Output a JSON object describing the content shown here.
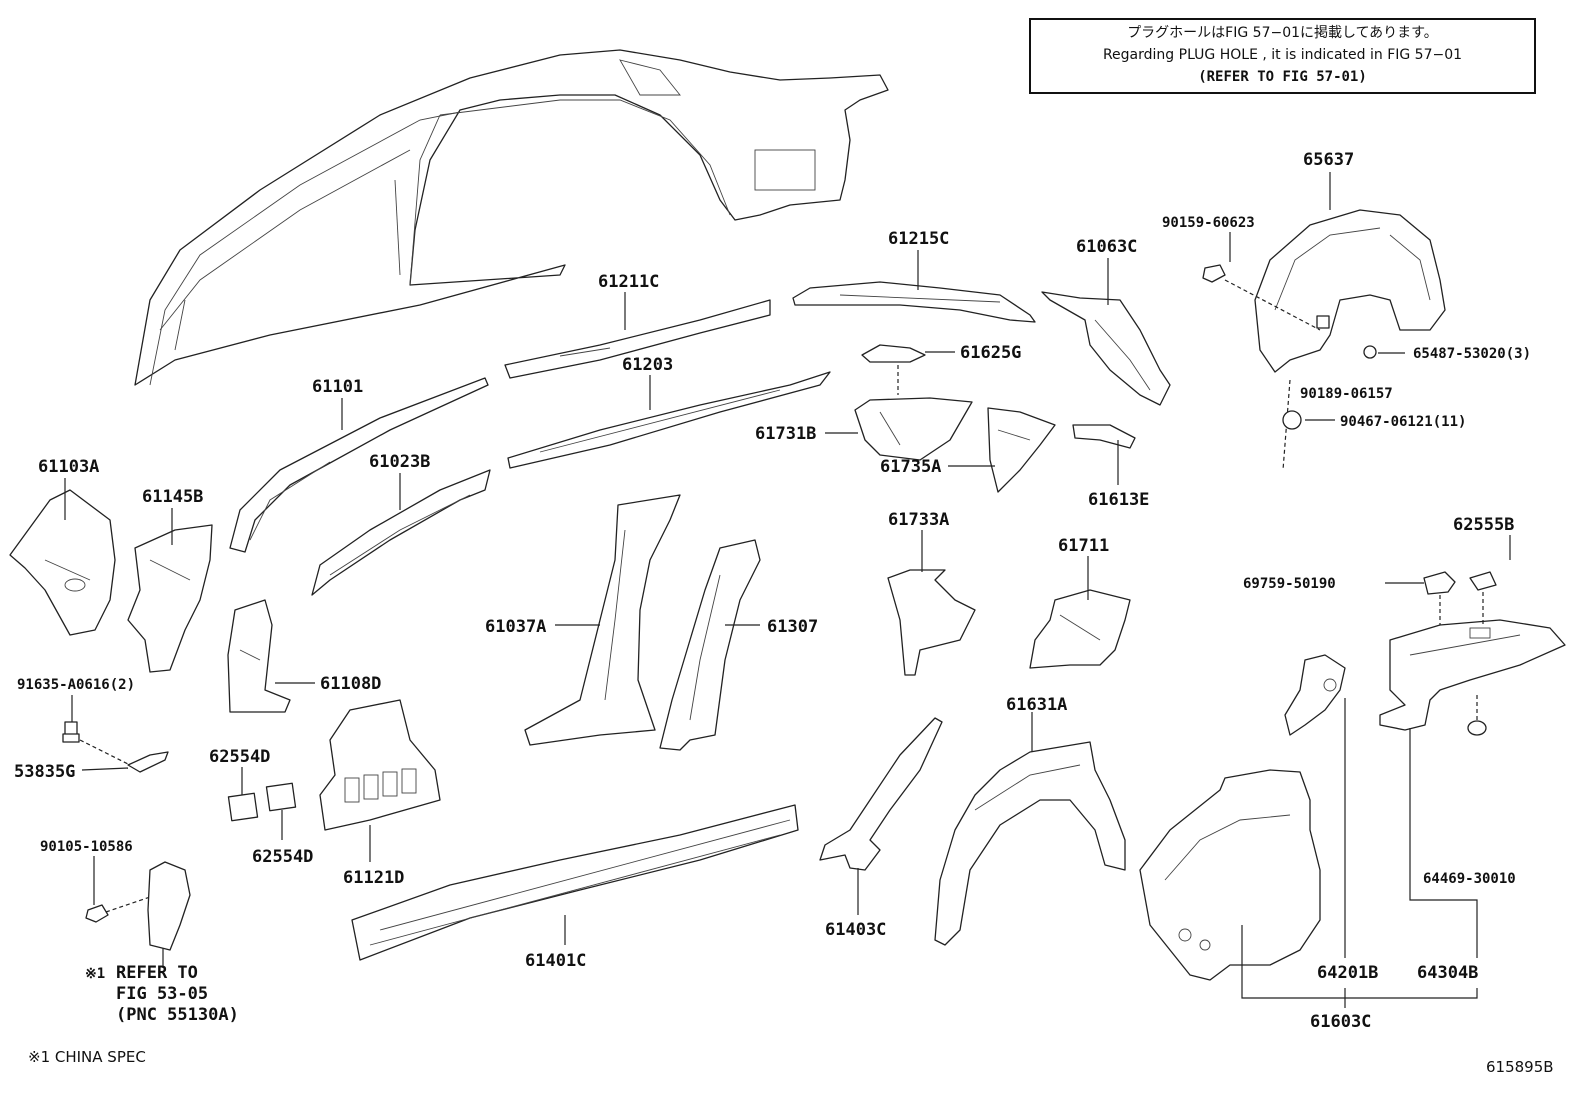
{
  "notice": {
    "line1": "プラグホールはFIG 57−01に掲載してあります。",
    "line2": "Regarding PLUG HOLE , it is indicated in FIG 57−01",
    "line3": "(REFER TO FIG 57-01)"
  },
  "labels": {
    "p65637": "65637",
    "p90159_60623": "90159-60623",
    "p65487_53020": "65487-53020(3)",
    "p90189_06157": "90189-06157",
    "p90467_06121": "90467-06121(11)",
    "p61215C": "61215C",
    "p61063C": "61063C",
    "p61211C": "61211C",
    "p61203": "61203",
    "p61625G": "61625G",
    "p61731B": "61731B",
    "p61735A": "61735A",
    "p61613E": "61613E",
    "p61101": "61101",
    "p61023B": "61023B",
    "p61103A": "61103A",
    "p61145B": "61145B",
    "p61733A": "61733A",
    "p61711": "61711",
    "p62555B": "62555B",
    "p69759_50190": "69759-50190",
    "p61037A": "61037A",
    "p61307": "61307",
    "p91635_A0616": "91635-A0616(2)",
    "p61108D": "61108D",
    "p53835G": "53835G",
    "p62554D_a": "62554D",
    "p62554D_b": "62554D",
    "p61121D": "61121D",
    "p61631A": "61631A",
    "p64469_30010": "64469-30010",
    "p90105_10586": "90105-10586",
    "p61403C": "61403C",
    "p61401C": "61401C",
    "p64201B": "64201B",
    "p64304B": "64304B",
    "p61603C": "61603C"
  },
  "refer_note": {
    "marker": "※1",
    "line1": "REFER TO",
    "line2": "FIG 53-05",
    "line3": "(PNC 55130A)"
  },
  "footnote": "※1 CHINA SPEC",
  "figure_id": "615895B"
}
